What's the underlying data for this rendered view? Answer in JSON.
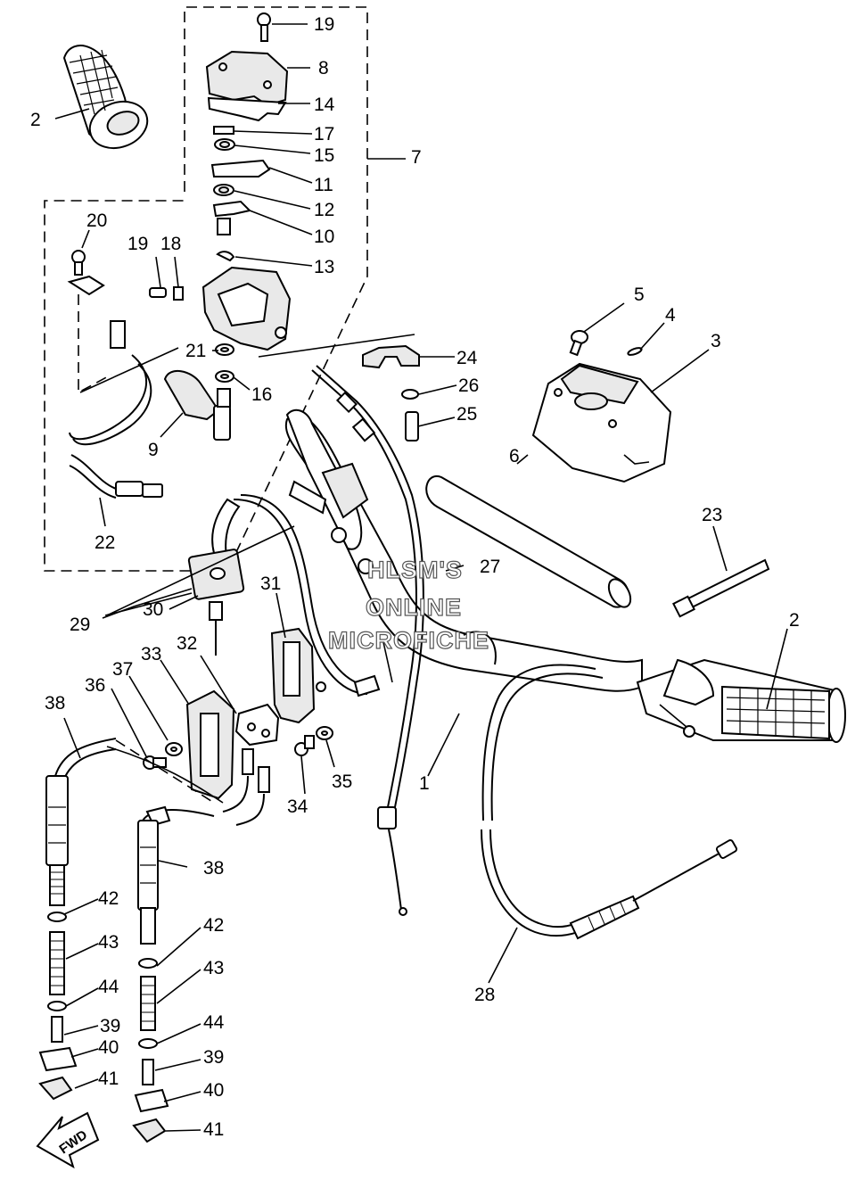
{
  "watermark": {
    "line1": "HLSM'S",
    "line2": "ONLINE",
    "line3": "MICROFICHE"
  },
  "direction_label": "FWD",
  "callouts": {
    "c1": "1",
    "c2a": "2",
    "c2b": "2",
    "c3": "3",
    "c4": "4",
    "c5": "5",
    "c6": "6",
    "c7": "7",
    "c8": "8",
    "c9": "9",
    "c10": "10",
    "c11": "11",
    "c12": "12",
    "c13": "13",
    "c14": "14",
    "c15": "15",
    "c16": "16",
    "c17": "17",
    "c18": "18",
    "c19a": "19",
    "c19b": "19",
    "c20": "20",
    "c21": "21",
    "c22": "22",
    "c23": "23",
    "c24": "24",
    "c25": "25",
    "c26": "26",
    "c27": "27",
    "c28": "28",
    "c29": "29",
    "c30": "30",
    "c31": "31",
    "c32": "32",
    "c33": "33",
    "c34": "34",
    "c35": "35",
    "c36": "36",
    "c37": "37",
    "c38a": "38",
    "c38b": "38",
    "c39a": "39",
    "c39b": "39",
    "c40a": "40",
    "c40b": "40",
    "c41a": "41",
    "c41b": "41",
    "c42a": "42",
    "c42b": "42",
    "c43a": "43",
    "c43b": "43",
    "c44a": "44",
    "c44b": "44"
  }
}
